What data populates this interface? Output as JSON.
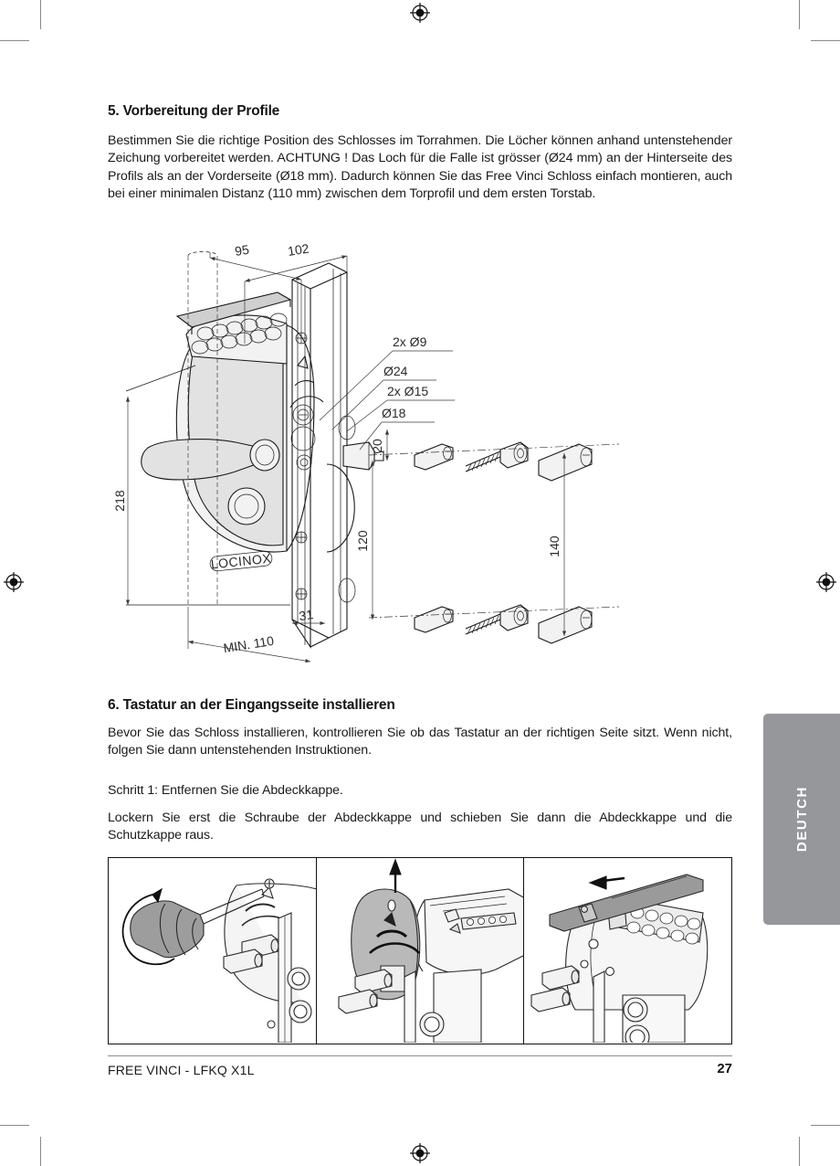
{
  "page": {
    "language_tab": "DEUTCH",
    "footer_left": "FREE VINCI - LFKQ X1L",
    "footer_page": "27",
    "tab_color": "#96979b"
  },
  "section5": {
    "title": "5. Vorbereitung der Profile",
    "body": "Bestimmen Sie die richtige Position des Schlosses im Torrahmen. Die Löcher können anhand untenstehender Zeichung vorbereitet werden. ACHTUNG ! Das Loch für die Falle ist grösser (Ø24 mm) an der Hinterseite des Profils als an der Vorderseite (Ø18 mm). Dadurch können Sie das Free Vinci Schloss einfach montieren, auch bei einer minimalen Distanz (110 mm) zwischen dem Torprofil und dem ersten Torstab."
  },
  "section6": {
    "title": "6. Tastatur an der Eingangsseite installieren",
    "body": "Bevor Sie das Schloss installieren, kontrollieren Sie ob das Tastatur an der richtigen Seite sitzt. Wenn nicht, folgen Sie dann untenstehenden Instruktionen.",
    "step": "Schritt 1: Entfernen Sie die Abdeckkappe.",
    "note": "Lockern Sie erst die Schraube der Abdeckkappe und schieben Sie dann die Abdeckkappe und die Schutzkappe raus."
  },
  "drawing": {
    "brand_label": "LOCINOX",
    "dimensions": {
      "d95": "95",
      "d102": "102",
      "d218": "218",
      "d120": "120",
      "d20": "20",
      "d140": "140",
      "d31": "31",
      "min110": "MIN. 110",
      "hole_2x9": "2x Ø9",
      "hole_24": "Ø24",
      "hole_2x15": "2x Ø15",
      "hole_18": "Ø18"
    }
  },
  "panels": [
    {
      "name": "loosen-screw",
      "caption_icon": "rotate-arrow"
    },
    {
      "name": "lift-cover-cap",
      "caption_icon": "up-arrow"
    },
    {
      "name": "slide-protective-cap",
      "caption_icon": "left-arrow"
    }
  ]
}
